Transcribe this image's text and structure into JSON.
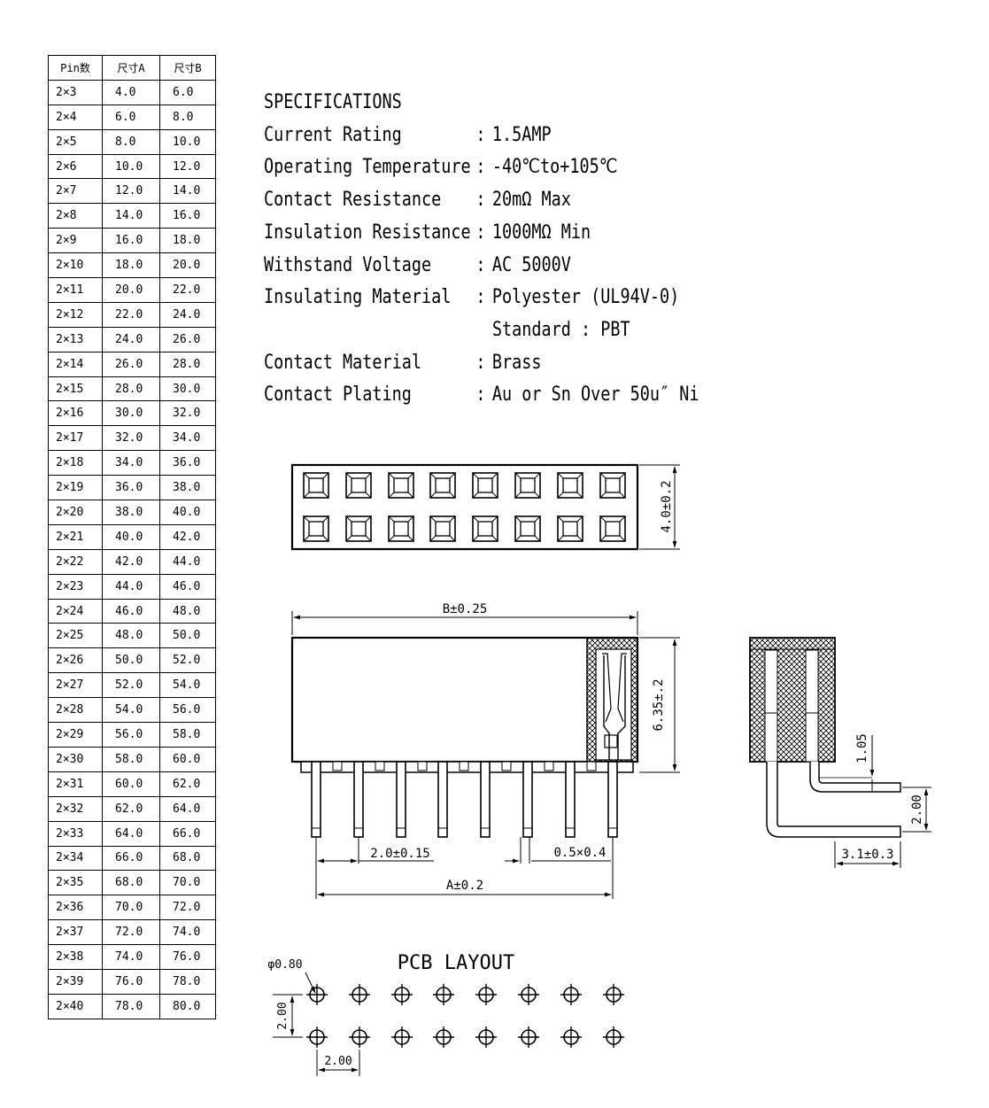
{
  "table": {
    "headers": [
      "Pin数",
      "尺寸A",
      "尺寸B"
    ],
    "rows": [
      [
        "2×3",
        "4.0",
        "6.0"
      ],
      [
        "2×4",
        "6.0",
        "8.0"
      ],
      [
        "2×5",
        "8.0",
        "10.0"
      ],
      [
        "2×6",
        "10.0",
        "12.0"
      ],
      [
        "2×7",
        "12.0",
        "14.0"
      ],
      [
        "2×8",
        "14.0",
        "16.0"
      ],
      [
        "2×9",
        "16.0",
        "18.0"
      ],
      [
        "2×10",
        "18.0",
        "20.0"
      ],
      [
        "2×11",
        "20.0",
        "22.0"
      ],
      [
        "2×12",
        "22.0",
        "24.0"
      ],
      [
        "2×13",
        "24.0",
        "26.0"
      ],
      [
        "2×14",
        "26.0",
        "28.0"
      ],
      [
        "2×15",
        "28.0",
        "30.0"
      ],
      [
        "2×16",
        "30.0",
        "32.0"
      ],
      [
        "2×17",
        "32.0",
        "34.0"
      ],
      [
        "2×18",
        "34.0",
        "36.0"
      ],
      [
        "2×19",
        "36.0",
        "38.0"
      ],
      [
        "2×20",
        "38.0",
        "40.0"
      ],
      [
        "2×21",
        "40.0",
        "42.0"
      ],
      [
        "2×22",
        "42.0",
        "44.0"
      ],
      [
        "2×23",
        "44.0",
        "46.0"
      ],
      [
        "2×24",
        "46.0",
        "48.0"
      ],
      [
        "2×25",
        "48.0",
        "50.0"
      ],
      [
        "2×26",
        "50.0",
        "52.0"
      ],
      [
        "2×27",
        "52.0",
        "54.0"
      ],
      [
        "2×28",
        "54.0",
        "56.0"
      ],
      [
        "2×29",
        "56.0",
        "58.0"
      ],
      [
        "2×30",
        "58.0",
        "60.0"
      ],
      [
        "2×31",
        "60.0",
        "62.0"
      ],
      [
        "2×32",
        "62.0",
        "64.0"
      ],
      [
        "2×33",
        "64.0",
        "66.0"
      ],
      [
        "2×34",
        "66.0",
        "68.0"
      ],
      [
        "2×35",
        "68.0",
        "70.0"
      ],
      [
        "2×36",
        "70.0",
        "72.0"
      ],
      [
        "2×37",
        "72.0",
        "74.0"
      ],
      [
        "2×38",
        "74.0",
        "76.0"
      ],
      [
        "2×39",
        "76.0",
        "78.0"
      ],
      [
        "2×40",
        "78.0",
        "80.0"
      ]
    ]
  },
  "specs": {
    "title": "SPECIFICATIONS",
    "items": [
      {
        "label": "Current Rating",
        "sep": ":",
        "value": "1.5AMP"
      },
      {
        "label": "Operating Temperature",
        "sep": ":",
        "value": "-40℃to+105℃"
      },
      {
        "label": "Contact Resistance",
        "sep": ":",
        "value": "20mΩ Max"
      },
      {
        "label": "Insulation Resistance",
        "sep": ":",
        "value": "1000MΩ Min"
      },
      {
        "label": "Withstand Voltage",
        "sep": ":",
        "value": "AC 5000V"
      },
      {
        "label": "Insulating Material",
        "sep": ":",
        "value": "Polyester (UL94V-0)"
      },
      {
        "label": "",
        "sep": "",
        "value": "Standard : PBT"
      },
      {
        "label": "Contact Material",
        "sep": ":",
        "value": "Brass"
      },
      {
        "label": "Contact Plating",
        "sep": ":",
        "value": "Au or Sn Over 50u″ Ni"
      }
    ]
  },
  "dimensions": {
    "height_top": "4.0±0.2",
    "length_b": "B±0.25",
    "height_side": "6.35±.2",
    "pitch": "2.0±0.15",
    "pin_section": "0.5×0.4",
    "length_a": "A±0.2",
    "offset": "1.05",
    "pitch_right": "2.00",
    "tail": "3.1±0.3"
  },
  "pcb": {
    "title": "PCB LAYOUT",
    "hole": "φ0.80",
    "v_pitch": "2.00",
    "h_pitch": "2.00"
  }
}
